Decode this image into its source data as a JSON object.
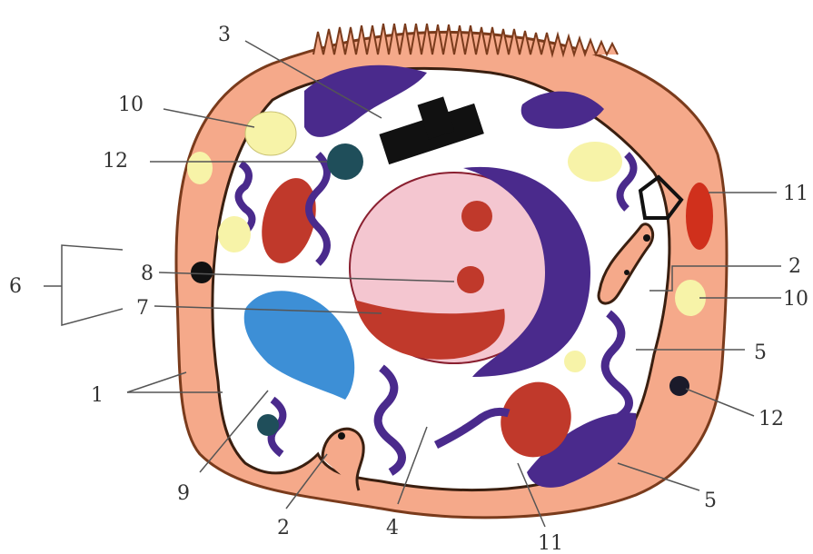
{
  "labels": {
    "l1": "1",
    "l2_bottom": "2",
    "l2_right": "2",
    "l3": "3",
    "l4": "4",
    "l5_right": "5",
    "l5_bottom": "5",
    "l6": "6",
    "l7": "7",
    "l8": "8",
    "l9": "9",
    "l10_left": "10",
    "l10_right": "10",
    "l11_right": "11",
    "l11_bottom": "11",
    "l12_left": "12",
    "l12_right": "12"
  },
  "colors": {
    "cytoplasm_band": "#f5a98a",
    "cell_interior": "#ffffff",
    "nucleus": "#f4c6d0",
    "chromatin": "#c0392b",
    "rough_er": "#4a2a8c",
    "golgi": "#3d8fd6",
    "mitochondrion": "#c0392b",
    "vacuole": "#f7f3a8",
    "lysosome": "#1f4e5a",
    "centriole": "#111111"
  }
}
